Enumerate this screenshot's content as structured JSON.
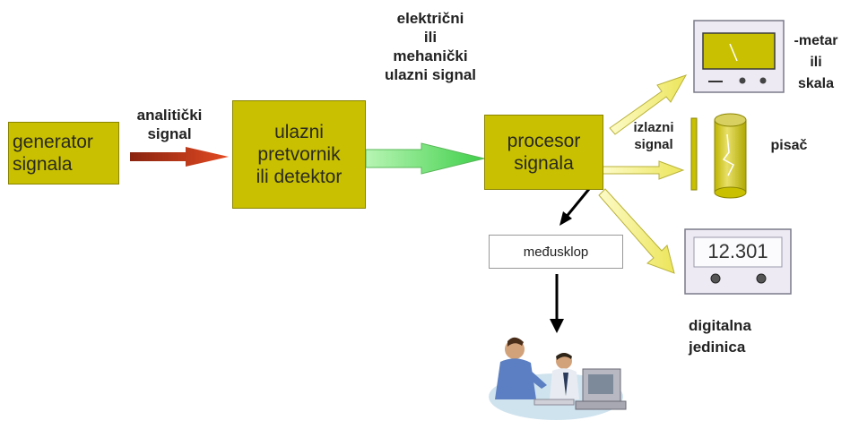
{
  "blocks": {
    "generator": [
      "generator",
      "signala"
    ],
    "transducer": [
      "ulazni",
      "pretvornik",
      "ili detektor"
    ],
    "processor": [
      "procesor",
      "signala"
    ],
    "interface": "međusklop"
  },
  "labels": {
    "analytical_signal": [
      "analitički",
      "signal"
    ],
    "input_signal": [
      "električni",
      "ili",
      "mehanički",
      "ulazni signal"
    ],
    "output_signal": [
      "izlazni",
      "signal"
    ],
    "meter": [
      "-metar",
      "ili",
      "skala"
    ],
    "recorder": "pisač",
    "digital_unit": [
      "digitalna",
      "jedinica"
    ],
    "digital_readout": "12.301"
  },
  "colors": {
    "block_fill": "#c8c000",
    "analytical_arrow": "#c0391b",
    "input_arrow": "#66e06a",
    "output_arrow": "#f6f27a",
    "black_arrow": "#000000"
  }
}
